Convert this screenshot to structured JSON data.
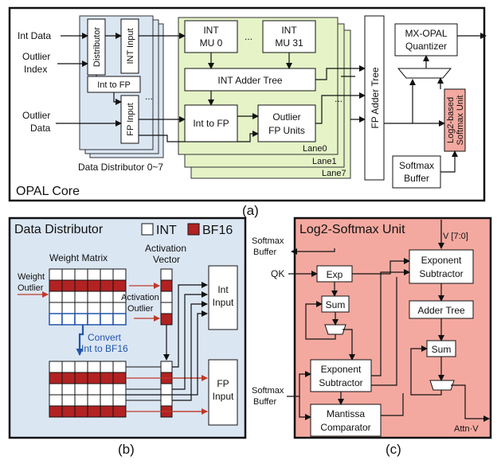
{
  "panel_a": {
    "inputs": {
      "int_data": "Int Data",
      "outlier_index_1": "Outlier",
      "outlier_index_2": "Index",
      "outlier_data_1": "Outlier",
      "outlier_data_2": "Data"
    },
    "distributor": "Distributor",
    "int_input": "INT Input",
    "int_to_fp": "Int to FP",
    "fp_input": "FP Input",
    "ellipsis": "...",
    "data_distributor_label": "Data Distributor 0~7",
    "int_mu0_1": "INT",
    "int_mu0_2": "MU 0",
    "int_mu31_1": "INT",
    "int_mu31_2": "MU 31",
    "int_adder_tree": "INT Adder Tree",
    "lane_int_to_fp": "Int to FP",
    "outlier_fp_1": "Outlier",
    "outlier_fp_2": "FP Units",
    "lane0": "Lane0",
    "lane1": "Lane1",
    "lane7": "Lane7",
    "fp_adder_tree": "FP Adder Tree",
    "mx_opal_1": "MX-OPAL",
    "mx_opal_2": "Quantizer",
    "log2_softmax_1": "Log2-based",
    "log2_softmax_2": "Softmax Unit",
    "softmax_buffer_1": "Softmax",
    "softmax_buffer_2": "Buffer",
    "core_label": "OPAL Core",
    "caption": "(a)"
  },
  "panel_b": {
    "title": "Data Distributor",
    "legend_int": "INT",
    "legend_bf16": "BF16",
    "weight_matrix": "Weight Matrix",
    "activation_1": "Activation",
    "activation_2": "Vector",
    "weight_outlier_1": "Weight",
    "weight_outlier_2": "Outlier",
    "act_outlier_1": "Activation",
    "act_outlier_2": "Outlier",
    "convert_1": "Convert",
    "convert_2": "Int to BF16",
    "int_input_1": "Int",
    "int_input_2": "Input",
    "fp_input_1": "FP",
    "fp_input_2": "Input",
    "caption": "(b)"
  },
  "panel_c": {
    "title": "Log2-Softmax Unit",
    "softmax_buffer_top_1": "Softmax",
    "softmax_buffer_top_2": "Buffer",
    "qk": "QK",
    "v": "V [7:0]",
    "exp": "Exp",
    "sum1": "Sum",
    "exp_sub_right_1": "Exponent",
    "exp_sub_right_2": "Subtractor",
    "adder_tree": "Adder Tree",
    "sum2": "Sum",
    "exp_sub_left_1": "Exponent",
    "exp_sub_left_2": "Subtractor",
    "softmax_buffer_bot_1": "Softmax",
    "softmax_buffer_bot_2": "Buffer",
    "mantissa_1": "Mantissa",
    "mantissa_2": "Comparator",
    "attn_v": "Attn·V",
    "caption": "(c)"
  },
  "colors": {
    "blue_panel": "#dbe6f3",
    "green_lane": "#e5f3c7",
    "red_panel": "#f4a9a0",
    "bf16_red": "#b22222",
    "convert_blue": "#2255aa"
  }
}
